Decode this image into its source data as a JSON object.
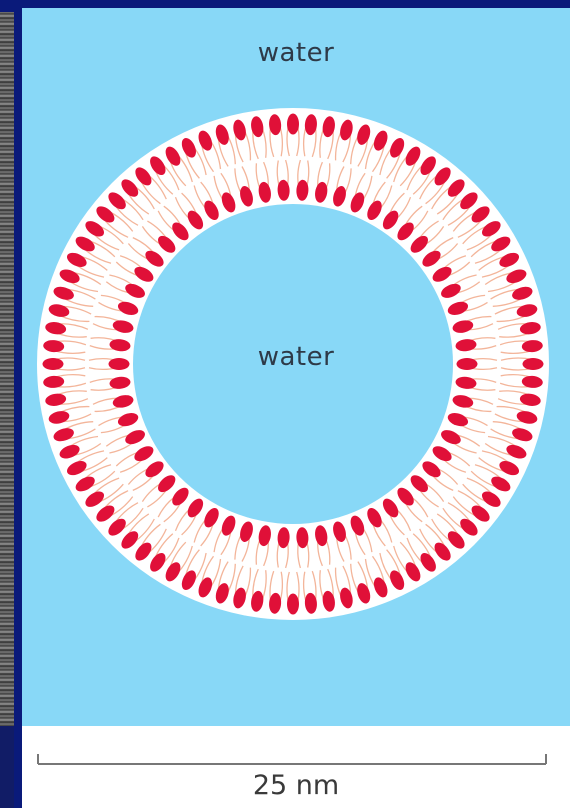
{
  "labels": {
    "outer_region": "water",
    "inner_region": "water",
    "scale_bar": "25 nm"
  },
  "colors": {
    "water": "#88d8f7",
    "lipid_head": "#e01038",
    "lipid_tail": "#f3b59a",
    "membrane_background": "#ffffff"
  },
  "structure": {
    "type": "lipid bilayer vesicle",
    "outer_leaflet_heads": 84,
    "inner_leaflet_heads": 58
  }
}
